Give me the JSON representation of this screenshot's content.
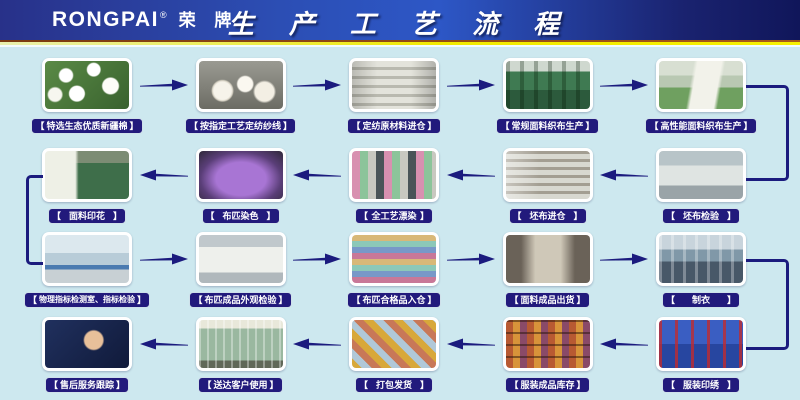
{
  "header": {
    "brand": "RONGPAI",
    "registered_mark": "®",
    "brand_cn": "荣 牌",
    "title": "生 产 工 艺 流 程",
    "colors": {
      "header_gradient_left": "#283189",
      "header_gradient_mid": "#2d57c6",
      "header_gradient_right": "#10165a",
      "underline_yellow": "#f2ea00"
    }
  },
  "flow": {
    "bracket_left": "【",
    "bracket_right": "】",
    "arrow_color": "#1b1b7e",
    "label_pill_color": "#221a7c",
    "background_color": "#cde8ef",
    "rows": [
      {
        "direction": "right",
        "steps": [
          {
            "label": "特选生态优质新疆棉",
            "photo": "xinjiang-cotton"
          },
          {
            "label": "按指定工艺定纺纱线",
            "photo": "yarn-cones"
          },
          {
            "label": "定纺原材料进仓",
            "photo": "raw-material-warehouse"
          },
          {
            "label": "常规面料织布生产",
            "photo": "regular-weaving-workshop"
          },
          {
            "label": "高性能面料织布生产",
            "photo": "high-performance-weaving"
          }
        ]
      },
      {
        "direction": "left",
        "steps": [
          {
            "label": "面料印花",
            "photo": "fabric-printing"
          },
          {
            "label": "布匹染色",
            "photo": "fabric-dyeing"
          },
          {
            "label": "全工艺漂染",
            "photo": "full-process-bleach-dyeing"
          },
          {
            "label": "坯布进仓",
            "photo": "grey-cloth-warehouse"
          },
          {
            "label": "坯布检验",
            "photo": "grey-cloth-inspection"
          }
        ]
      },
      {
        "direction": "right",
        "steps": [
          {
            "label": "物理指标检测室、指标检验",
            "photo": "physical-testing-lab"
          },
          {
            "label": "布匹成品外观检验",
            "photo": "cloth-appearance-inspection"
          },
          {
            "label": "布匹合格品入仓",
            "photo": "qualified-cloth-warehouse"
          },
          {
            "label": "面料成品出货",
            "photo": "fabric-shipping"
          },
          {
            "label": "制衣",
            "photo": "garment-sewing"
          }
        ]
      },
      {
        "direction": "left",
        "steps": [
          {
            "label": "售后服务跟踪",
            "photo": "after-sales-service"
          },
          {
            "label": "送达客户使用",
            "photo": "customer-delivery"
          },
          {
            "label": "打包发货",
            "photo": "packing-shipping"
          },
          {
            "label": "服装成品库存",
            "photo": "garment-inventory"
          },
          {
            "label": "服装印绣",
            "photo": "garment-print-embroidery"
          }
        ]
      }
    ]
  }
}
